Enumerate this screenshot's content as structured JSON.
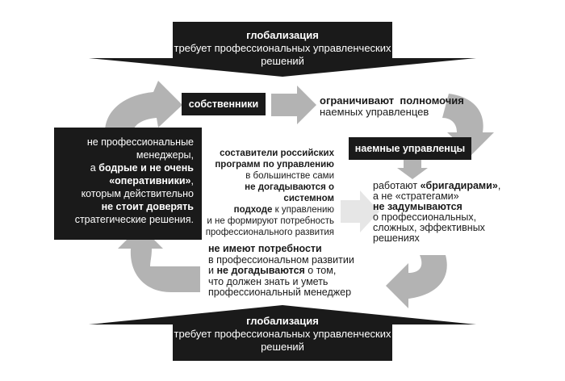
{
  "top_banner": {
    "title": "глобализация",
    "line1": "требует профессиональных управленческих",
    "line2": "решений"
  },
  "bottom_banner": {
    "title": "глобализация",
    "line1": "требует профессиональных управленческих",
    "line2": "решений"
  },
  "owners_box": "собственники",
  "hired_box": "наемные управленцы",
  "owners_note": {
    "bold_a": "ограничивают",
    "bold_b": "полномочия",
    "line2": "наемных управленцев"
  },
  "left_box": {
    "line1": "не профессиональные",
    "line2": "менеджеры,",
    "line3_pre": "а ",
    "line3_bold": "бодрые и не очень",
    "line4_bold": "«оперативники»",
    "line4_post": ",",
    "line5": "которым действительно",
    "line6_bold": "не стоит доверять",
    "line7": "стратегические решения."
  },
  "center": {
    "line1_bold": "составители российских",
    "line2_bold": "программ по управлению",
    "line3": "в большинстве сами",
    "line4_bold": "не догадываются о системном",
    "line5_bold": "подходе",
    "line5_post": " к управлению",
    "line6": "и не формируют потребность",
    "line7": "профессионального развития"
  },
  "right_note": {
    "line1_pre": "работают ",
    "line1_bold": "«бригадирами»",
    "line1_post": ",",
    "line2": "а не «стратегами»",
    "line3_bold": "не задумываются",
    "line4": "о профессиональных,",
    "line5": "сложных, эффективных",
    "line6": "решениях"
  },
  "bottom_note": {
    "line1_bold": "не имеют потребности",
    "line2": "в профессиональном развитии",
    "line3_pre": "и ",
    "line3_bold": "не догадываются",
    "line3_post": " о том,",
    "line4": "что должен знать и уметь",
    "line5": "профессиональный менеджер"
  },
  "colors": {
    "dark": "#1a1a1a",
    "arrow_gray": "#b3b3b3",
    "arrow_light": "#e6e6e6"
  }
}
